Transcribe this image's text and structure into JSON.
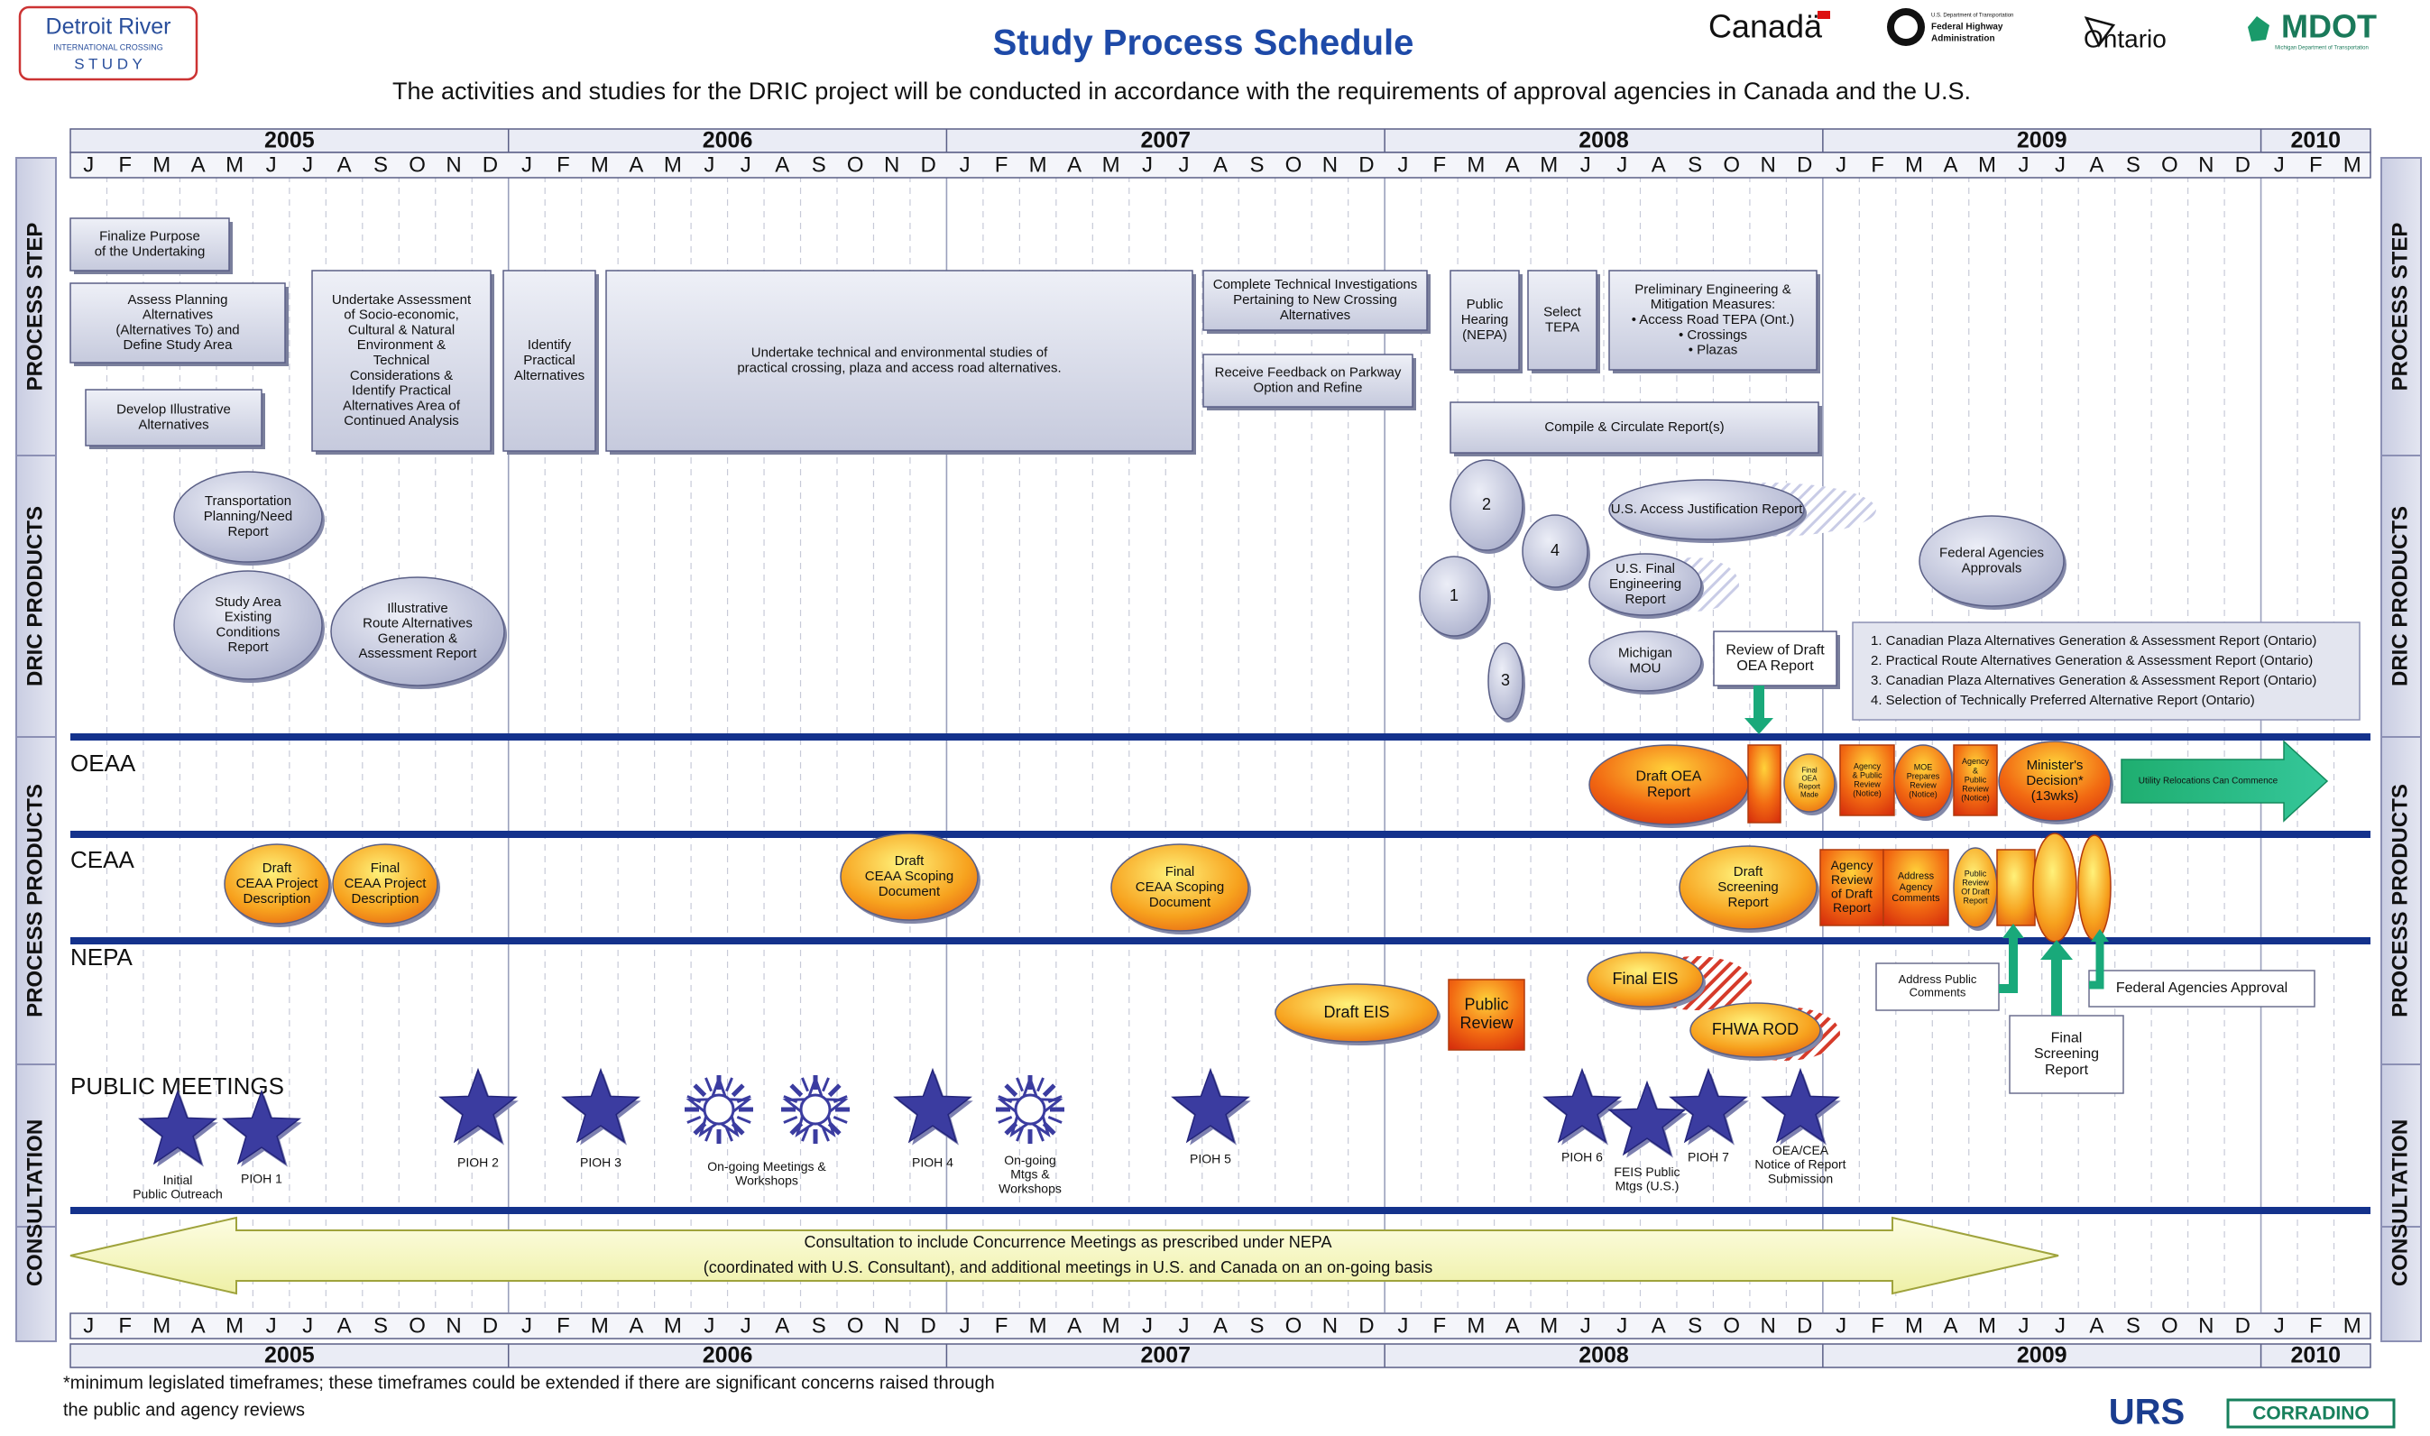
{
  "header": {
    "logo_line1": "Detroit River",
    "logo_line2": "INTERNATIONAL CROSSING",
    "logo_line3": "S T U D Y",
    "title": "Study Process Schedule",
    "subtitle": "The activities and studies for the DRIC project will be conducted in accordance with the requirements of approval agencies in Canada and the U.S.",
    "partner_canada": "Canadä",
    "partner_fhwa_line1": "U.S. Department of Transportation",
    "partner_fhwa_line2": "Federal Highway",
    "partner_fhwa_line3": "Administration",
    "partner_ontario": "Ontario",
    "partner_mdot": "MDOT",
    "partner_mdot_sub": "Michigan Department of Transportation"
  },
  "timeline": {
    "years": [
      "2005",
      "2006",
      "2007",
      "2008",
      "2009",
      "2010"
    ],
    "months": [
      "J",
      "F",
      "M",
      "A",
      "M",
      "J",
      "J",
      "A",
      "S",
      "O",
      "N",
      "D",
      "J",
      "F",
      "M",
      "A",
      "M",
      "J",
      "J",
      "A",
      "S",
      "O",
      "N",
      "D",
      "J",
      "F",
      "M",
      "A",
      "M",
      "J",
      "J",
      "A",
      "S",
      "O",
      "N",
      "D",
      "J",
      "F",
      "M",
      "A",
      "M",
      "J",
      "J",
      "A",
      "S",
      "O",
      "N",
      "D",
      "J",
      "F",
      "M",
      "A",
      "M",
      "J",
      "J",
      "A",
      "S",
      "O",
      "N",
      "D",
      "J",
      "F",
      "M"
    ]
  },
  "side_labels": {
    "process_step": "PROCESS STEP",
    "dric_products": "DRIC PRODUCTS",
    "process_products": "PROCESS PRODUCTS",
    "consultation": "CONSULTATION"
  },
  "process_steps": [
    {
      "text": "Finalize Purpose\nof the Undertaking"
    },
    {
      "text": "Assess Planning\nAlternatives\n(Alternatives To) and\nDefine Study Area"
    },
    {
      "text": "Develop Illustrative\nAlternatives"
    },
    {
      "text": "Undertake Assessment\nof Socio-economic,\nCultural & Natural\nEnvironment &\nTechnical\nConsiderations &\nIdentify Practical\nAlternatives Area of\nContinued Analysis"
    },
    {
      "text": "Identify\nPractical\nAlternatives"
    },
    {
      "text": "Undertake technical and environmental studies of\npractical crossing, plaza and access road alternatives."
    },
    {
      "text": "Complete Technical Investigations\nPertaining to New Crossing\nAlternatives"
    },
    {
      "text": "Receive Feedback on Parkway\nOption and Refine"
    },
    {
      "text": "Public\nHearing\n(NEPA)"
    },
    {
      "text": "Select\nTEPA"
    },
    {
      "text": "Preliminary Engineering &\nMitigation Measures:\n• Access Road TEPA (Ont.)\n• Crossings\n• Plazas"
    },
    {
      "text": "Compile & Circulate Report(s)"
    }
  ],
  "dric_products": [
    {
      "text": "Transportation\nPlanning/Need\nReport"
    },
    {
      "text": "Study Area\nExisting\nConditions\nReport"
    },
    {
      "text": "Illustrative\nRoute Alternatives\nGeneration &\nAssessment Report"
    },
    {
      "text": "2"
    },
    {
      "text": "4"
    },
    {
      "text": "1"
    },
    {
      "text": "3"
    },
    {
      "text": "U.S. Access Justification Report"
    },
    {
      "text": "U.S. Final\nEngineering\nReport"
    },
    {
      "text": "Michigan\nMOU"
    },
    {
      "text": "Review of Draft\nOEA Report"
    },
    {
      "text": "Federal Agencies\nApprovals"
    }
  ],
  "legend_list": [
    "1. Canadian Plaza Alternatives Generation & Assessment Report (Ontario)",
    "2. Practical Route Alternatives Generation & Assessment Report (Ontario)",
    "3. Canadian Plaza Alternatives Generation & Assessment Report (Ontario)",
    "4. Selection of Technically Preferred Alternative Report (Ontario)"
  ],
  "tracks": {
    "oeaa": "OEAA",
    "ceaa": "CEAA",
    "nepa": "NEPA",
    "public_meetings": "PUBLIC MEETINGS"
  },
  "oeaa_items": [
    {
      "text": "Draft OEA\nReport"
    },
    {
      "text": "Final\nOEA\nReport\nMade"
    },
    {
      "text": "Agency\n& Public\nReview\n(Notice)"
    },
    {
      "text": "MOE\nPrepares\nReview\n(Notice)"
    },
    {
      "text": "Agency\n&\nPublic\nReview\n(Notice)"
    },
    {
      "text": "Minister's\nDecision*\n(13wks)"
    },
    {
      "text": "Utility Relocations Can Commence"
    }
  ],
  "ceaa_items": [
    {
      "text": "Draft\nCEAA Project\nDescription"
    },
    {
      "text": "Final\nCEAA Project\nDescription"
    },
    {
      "text": "Draft\nCEAA Scoping\nDocument"
    },
    {
      "text": "Final\nCEAA Scoping\nDocument"
    },
    {
      "text": "Draft\nScreening\nReport"
    },
    {
      "text": "Agency\nReview\nof Draft\nReport"
    },
    {
      "text": "Address\nAgency\nComments"
    },
    {
      "text": "Public\nReview\nOf Draft\nReport"
    }
  ],
  "nepa_items": [
    {
      "text": "Draft EIS"
    },
    {
      "text": "Public\nReview"
    },
    {
      "text": "Final EIS"
    },
    {
      "text": "FHWA ROD"
    }
  ],
  "callouts": [
    {
      "text": "Address Public\nComments"
    },
    {
      "text": "Final\nScreening\nReport"
    },
    {
      "text": "Federal Agencies Approval"
    }
  ],
  "meetings": [
    {
      "text": "Initial\nPublic Outreach"
    },
    {
      "text": "PIOH 1"
    },
    {
      "text": "PIOH 2"
    },
    {
      "text": "PIOH 3"
    },
    {
      "text": "On-going Meetings &\nWorkshops"
    },
    {
      "text": "PIOH 4"
    },
    {
      "text": "On-going\nMtgs &\nWorkshops"
    },
    {
      "text": "PIOH 5"
    },
    {
      "text": "PIOH 6"
    },
    {
      "text": "FEIS Public\nMtgs (U.S.)"
    },
    {
      "text": "PIOH 7"
    },
    {
      "text": "OEA/CEA\nNotice of Report\nSubmission"
    }
  ],
  "consultation_arrow": {
    "line1": "Consultation to include Concurrence Meetings as prescribed under NEPA",
    "line2": "(coordinated with U.S. Consultant), and additional meetings in U.S. and Canada on an on-going basis"
  },
  "footer": {
    "note_line1": "*minimum legislated timeframes; these timeframes could be extended if there are significant concerns raised through",
    "note_line2": "the public and agency reviews",
    "logo_urs": "URS",
    "logo_corradino": "CORRADINO"
  },
  "colors": {
    "band_blue": "#14328c",
    "box_fill": "#d6d9e8",
    "ellipse_fill": "#c3c7dc",
    "orange": "#f5a623",
    "red_orange": "#e8401a",
    "green": "#19a97a",
    "star": "#3b3ca0",
    "arrow_yellow": "#f8f9c8"
  }
}
